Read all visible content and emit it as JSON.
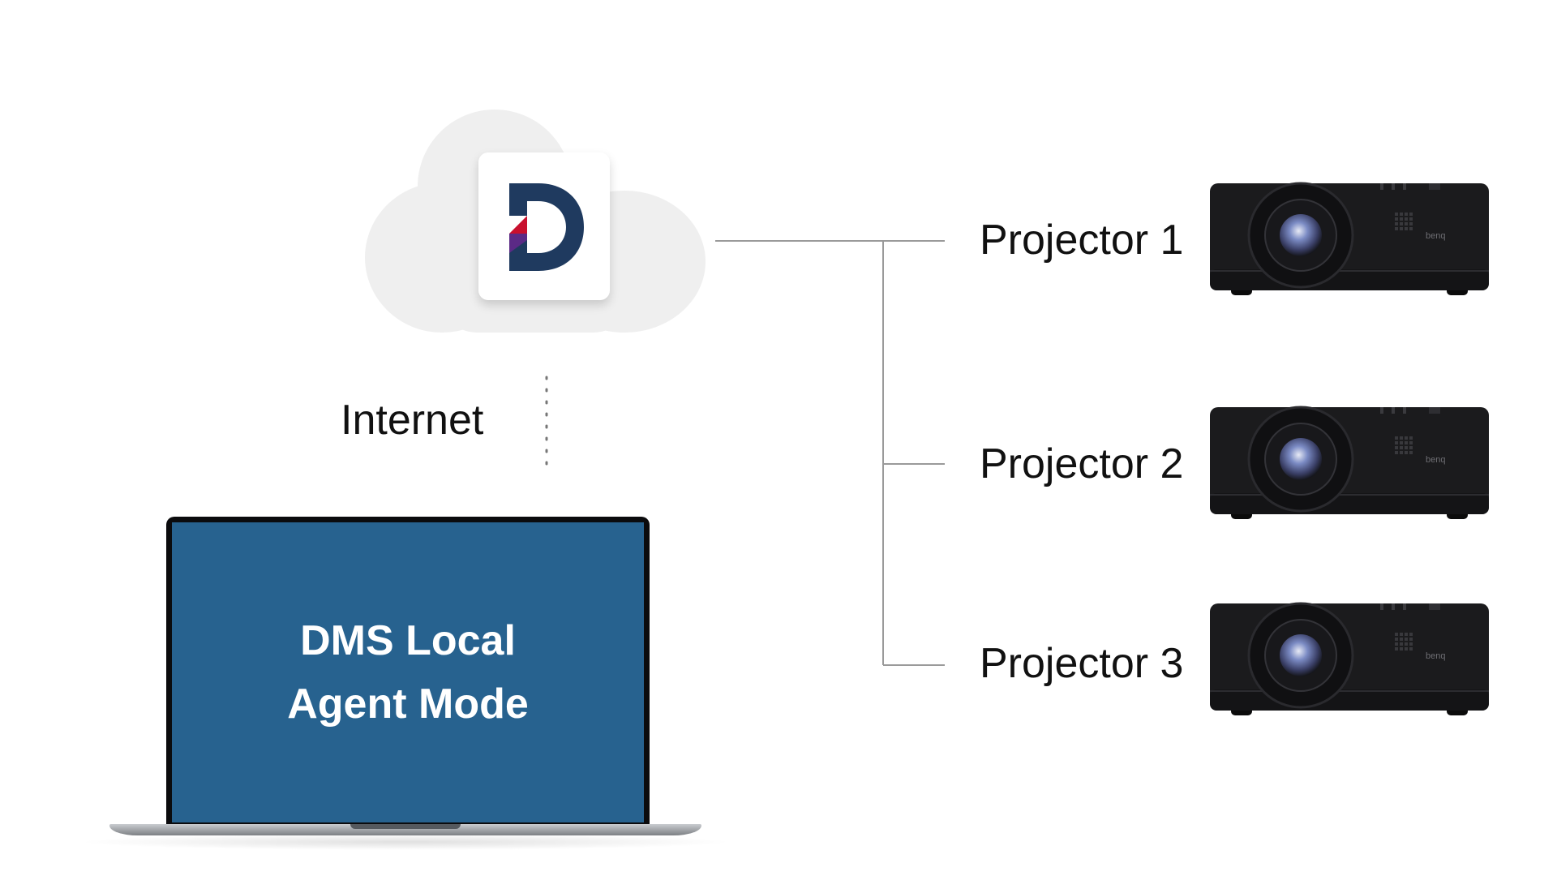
{
  "cloud": {
    "icon": "cloud-icon",
    "app_logo": "dms-logo-icon",
    "logo_colors": {
      "navy": "#1f3a5f",
      "red": "#c8102e",
      "purple": "#5b2a86"
    }
  },
  "connection": {
    "label": "Internet"
  },
  "laptop": {
    "screen_line1": "DMS Local",
    "screen_line2": "Agent Mode",
    "screen_color": "#27628f"
  },
  "projectors": [
    {
      "label": "Projector 1",
      "brand": "benq",
      "icon": "projector-icon"
    },
    {
      "label": "Projector 2",
      "brand": "benq",
      "icon": "projector-icon"
    },
    {
      "label": "Projector 3",
      "brand": "benq",
      "icon": "projector-icon"
    }
  ],
  "line_color": "#9a9a9a"
}
